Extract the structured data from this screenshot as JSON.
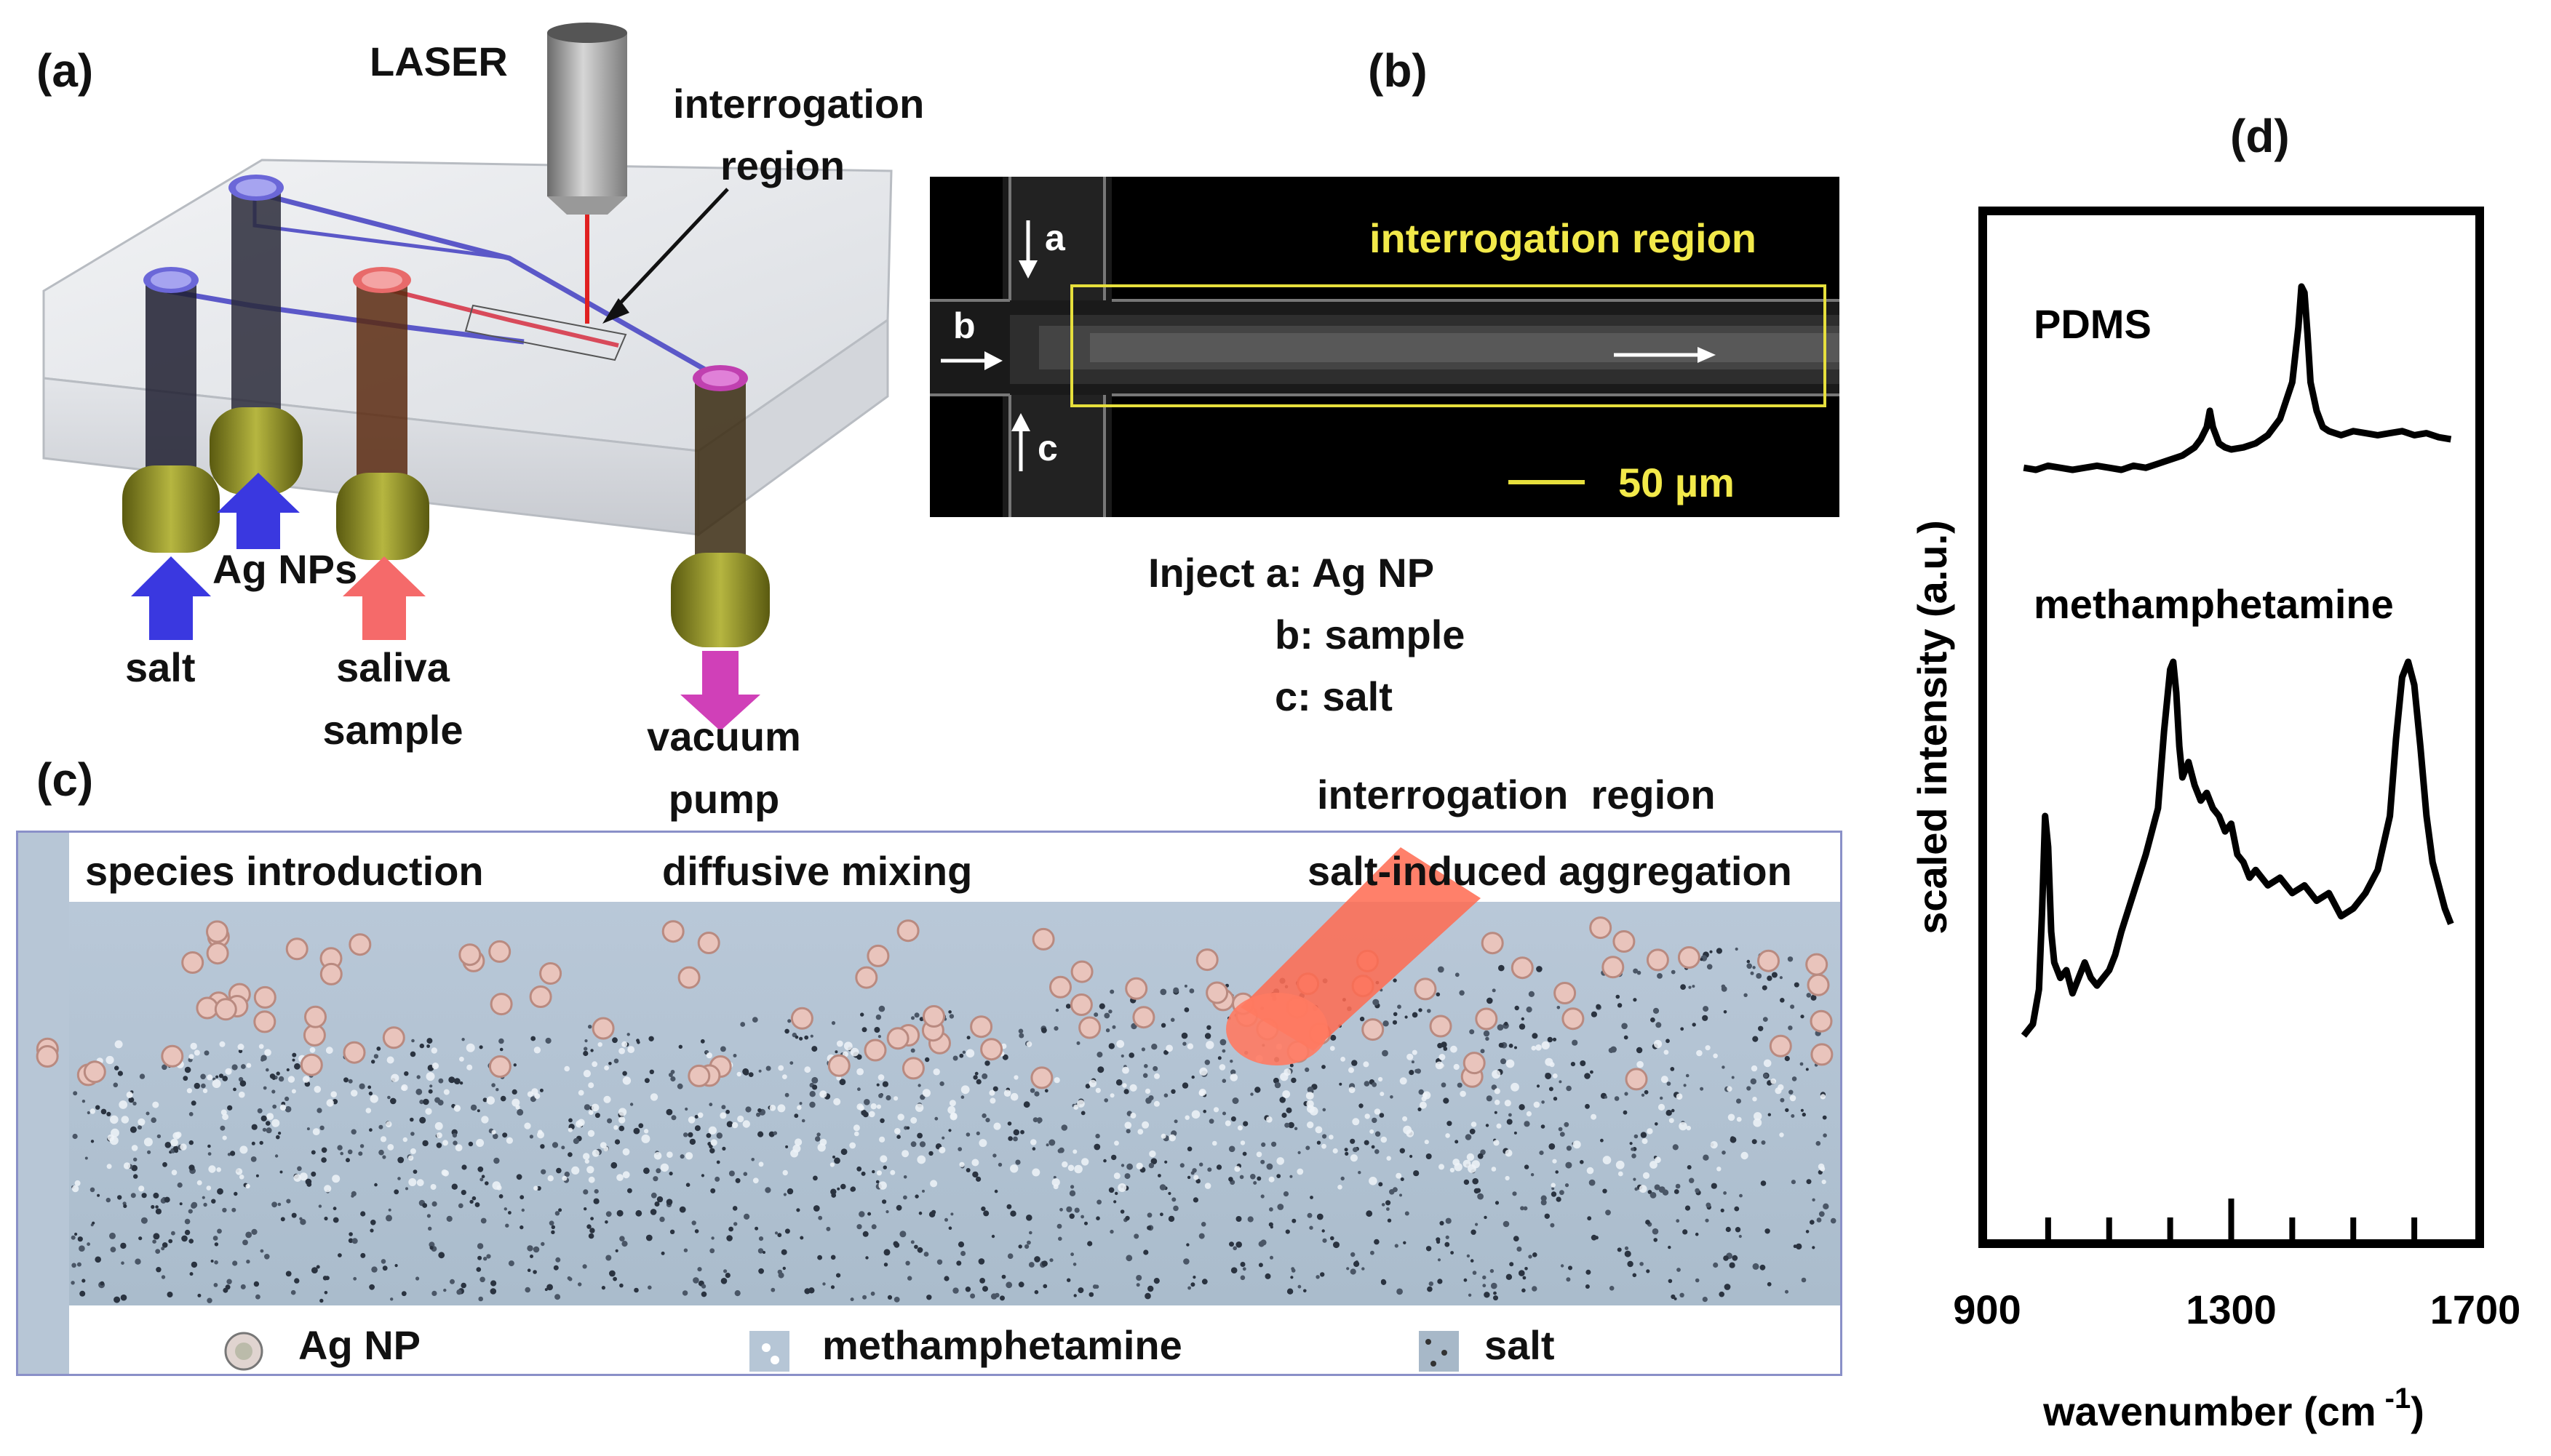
{
  "panels": {
    "a": {
      "label": "(a)",
      "laser": "LASER",
      "interrogation_line1": "interrogation",
      "interrogation_line2": "region",
      "ag_nps": "Ag NPs",
      "salt": "salt",
      "saliva_line1": "saliva",
      "saliva_line2": "sample",
      "vacuum_line1": "vacuum",
      "vacuum_line2": "pump"
    },
    "b": {
      "label": "(b)",
      "arrow_a": "a",
      "arrow_b": "b",
      "arrow_c": "c",
      "region_label": "interrogation region",
      "scale_label": "50 µm",
      "inject_line1": "Inject a: Ag NP",
      "inject_line2": "b: sample",
      "inject_line3": "c: salt"
    },
    "c": {
      "label": "(c)",
      "region_title": "interrogation  region",
      "stage1": "species introduction",
      "stage2": "diffusive mixing",
      "stage3": "salt-induced aggregation",
      "legend_agnp": "Ag NP",
      "legend_meth": "methamphetamine",
      "legend_salt": "salt"
    },
    "d": {
      "label": "(d)",
      "ylabel": "scaled intensity (a.u.)",
      "xlabel": "wavenumber (cm",
      "xlabel_sup": "-1",
      "xlabel_close": ")",
      "series1": "PDMS",
      "series2": "methamphetamine"
    }
  },
  "chart_data": {
    "type": "line",
    "xlabel": "wavenumber (cm -1)",
    "ylabel": "scaled intensity (a.u.)",
    "xlim": [
      900,
      1700
    ],
    "xticks": [
      900,
      1300,
      1700
    ],
    "series": [
      {
        "name": "PDMS",
        "x": [
          960,
          980,
          1000,
          1020,
          1040,
          1060,
          1080,
          1100,
          1120,
          1140,
          1160,
          1180,
          1200,
          1220,
          1240,
          1250,
          1260,
          1265,
          1270,
          1280,
          1290,
          1300,
          1320,
          1340,
          1360,
          1380,
          1400,
          1410,
          1415,
          1420,
          1425,
          1430,
          1440,
          1450,
          1460,
          1480,
          1500,
          1520,
          1540,
          1560,
          1580,
          1600,
          1620,
          1640,
          1660
        ],
        "y": [
          0.06,
          0.05,
          0.07,
          0.06,
          0.05,
          0.06,
          0.07,
          0.06,
          0.05,
          0.07,
          0.06,
          0.08,
          0.1,
          0.12,
          0.16,
          0.2,
          0.26,
          0.34,
          0.26,
          0.18,
          0.16,
          0.15,
          0.16,
          0.18,
          0.22,
          0.3,
          0.48,
          0.75,
          0.95,
          0.92,
          0.72,
          0.48,
          0.34,
          0.26,
          0.24,
          0.22,
          0.24,
          0.23,
          0.22,
          0.23,
          0.24,
          0.22,
          0.23,
          0.21,
          0.2
        ]
      },
      {
        "name": "methamphetamine",
        "x": [
          960,
          975,
          985,
          990,
          995,
          1000,
          1005,
          1010,
          1020,
          1030,
          1040,
          1050,
          1060,
          1070,
          1080,
          1090,
          1100,
          1110,
          1120,
          1140,
          1160,
          1180,
          1190,
          1200,
          1205,
          1210,
          1215,
          1220,
          1230,
          1240,
          1250,
          1260,
          1270,
          1280,
          1290,
          1300,
          1310,
          1320,
          1330,
          1340,
          1360,
          1380,
          1400,
          1420,
          1440,
          1460,
          1480,
          1500,
          1520,
          1540,
          1560,
          1570,
          1580,
          1590,
          1600,
          1610,
          1620,
          1630,
          1640,
          1650,
          1660
        ],
        "y": [
          0.03,
          0.06,
          0.15,
          0.35,
          0.6,
          0.52,
          0.3,
          0.22,
          0.18,
          0.2,
          0.14,
          0.18,
          0.22,
          0.18,
          0.16,
          0.18,
          0.2,
          0.24,
          0.3,
          0.4,
          0.5,
          0.62,
          0.82,
          0.98,
          1.0,
          0.92,
          0.78,
          0.7,
          0.74,
          0.68,
          0.64,
          0.66,
          0.62,
          0.6,
          0.56,
          0.58,
          0.5,
          0.48,
          0.44,
          0.46,
          0.42,
          0.44,
          0.4,
          0.42,
          0.38,
          0.4,
          0.34,
          0.36,
          0.4,
          0.46,
          0.6,
          0.8,
          0.96,
          1.0,
          0.94,
          0.78,
          0.6,
          0.48,
          0.42,
          0.36,
          0.32
        ]
      }
    ]
  }
}
